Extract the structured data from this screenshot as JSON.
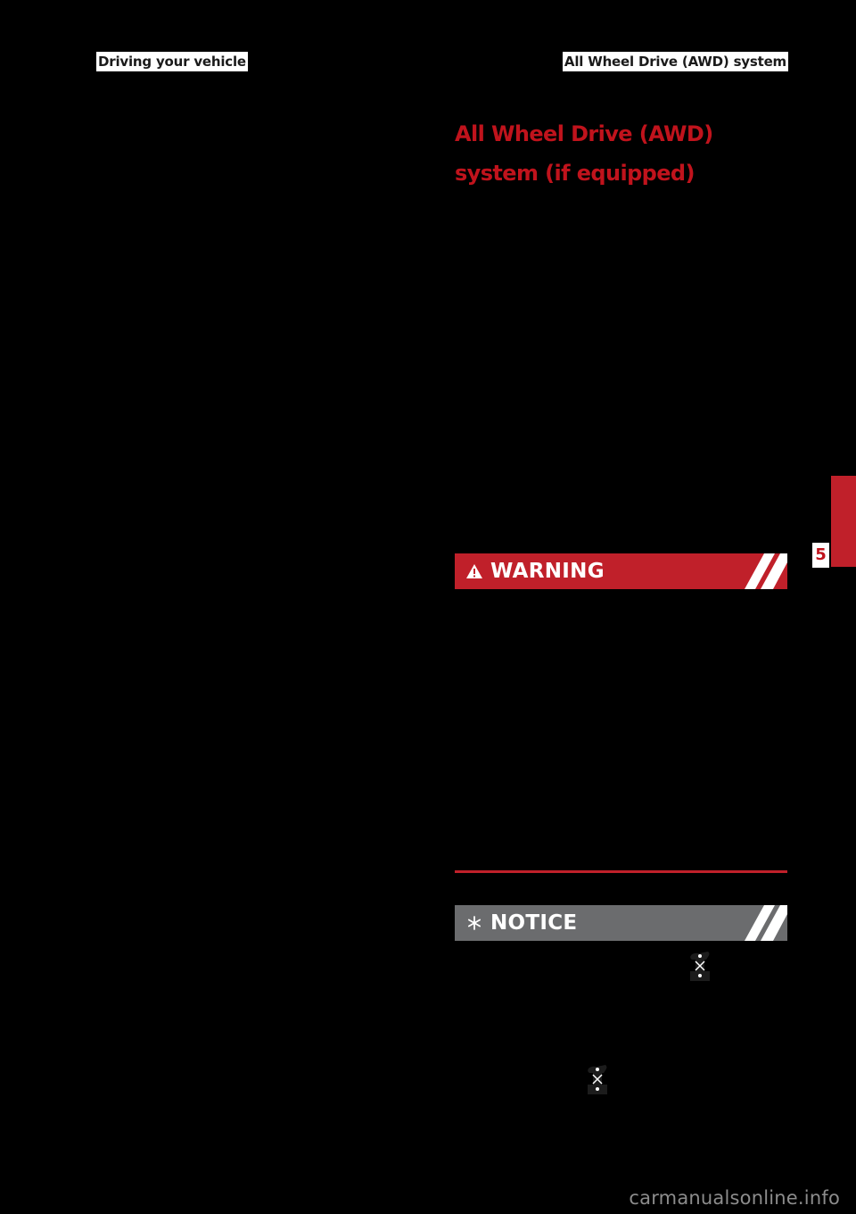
{
  "header": {
    "left_label": "Driving your vehicle",
    "right_label": "All Wheel Drive (AWD) system"
  },
  "section": {
    "title": "All Wheel Drive (AWD) system (if equipped)"
  },
  "warning": {
    "icon": "warning-triangle-icon",
    "label": "WARNING"
  },
  "notice": {
    "icon": "asterisk-icon",
    "label": "NOTICE"
  },
  "inline_icons": [
    {
      "icon": "awd-indicator-icon"
    },
    {
      "icon": "awd-indicator-icon"
    }
  ],
  "side_tab": {
    "chapter_number": "5"
  },
  "watermark": {
    "text": "carmanualsonline.info"
  },
  "colors": {
    "accent_red": "#c0202a",
    "title_red": "#c0131c",
    "notice_gray": "#6b6c6e",
    "background": "#000000",
    "watermark_gray": "#8c8c8c"
  }
}
